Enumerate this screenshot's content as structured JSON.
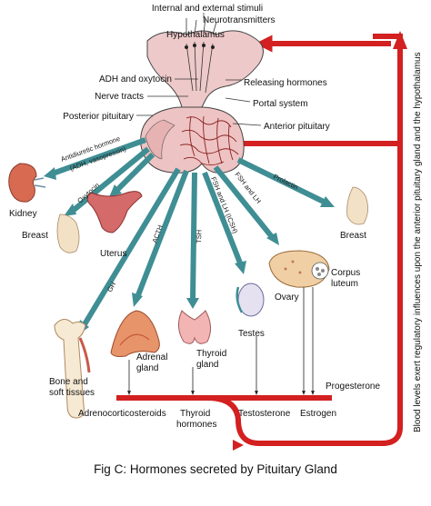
{
  "caption": "Fig C: Hormones secreted by Pituitary Gland",
  "side_note": "Blood levels exert regulatory influences upon the anterior pituitary gland and the hypothalamus",
  "colors": {
    "feedback_arrow": "#d32020",
    "hormone_arrow": "#3f8e94",
    "gland_fill": "#eac2c2",
    "outline": "#333333"
  },
  "top_labels": {
    "stimuli": "Internal and external stimuli",
    "neuro": "Neurotransmitters",
    "hypothalamus": "Hypothalamus",
    "adh_oxy": "ADH and oxytocin",
    "nerve_tracts": "Nerve tracts",
    "posterior": "Posterior pituitary",
    "releasing": "Releasing hormones",
    "portal": "Portal system",
    "anterior": "Anterior pituitary"
  },
  "hormones": {
    "adh": "Antidiuretic hormone",
    "adh2": "(ADH, vasopressin)",
    "oxytocin": "Oxytocin",
    "gh": "GH",
    "acth": "ACTH",
    "tsh": "TSH",
    "fsh_lh_icsh": "FSH and LH (ICSH)",
    "fsh_lh": "FSH and LH",
    "prolactin": "Prolactin"
  },
  "targets": {
    "kidney": "Kidney",
    "breast_left": "Breast",
    "uterus": "Uterus",
    "bone1": "Bone and",
    "bone2": "soft tissues",
    "adrenal1": "Adrenal",
    "adrenal2": "gland",
    "thyroid1": "Thyroid",
    "thyroid2": "gland",
    "testes": "Testes",
    "ovary": "Ovary",
    "corpus1": "Corpus",
    "corpus2": "luteum",
    "breast_right": "Breast"
  },
  "products": {
    "adreno": "Adrenocorticosteroids",
    "thyroid1": "Thyroid",
    "thyroid2": "hormones",
    "testosterone": "Testosterone",
    "estrogen": "Estrogen",
    "progesterone": "Progesterone"
  }
}
